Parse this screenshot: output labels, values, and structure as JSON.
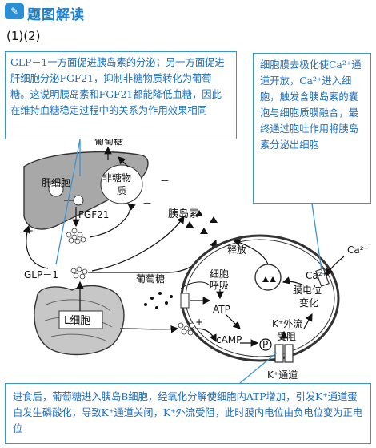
{
  "header": {
    "icon": "read-icon",
    "title": "题图解读"
  },
  "subtitle": "(1)(2)",
  "callouts": {
    "left": "GLP－1一方面促进胰岛素的分泌；另一方面促进肝细胞分泌FGF21，抑制非糖物质转化为葡萄糖。这说明胰岛素和FGF21都能降低血糖，因此在维持血糖稳定过程中的关系为作用效果相同",
    "right": "细胞膜去极化使Ca²⁺通道开放，Ca²⁺进入细胞，触发含胰岛素的囊泡与细胞质膜融合，最终通过胞吐作用将胰岛素分泌出细胞",
    "bottom": "进食后，葡萄糖进入胰岛B细胞，经氧化分解使细胞内ATP增加，引发K⁺通道蛋白发生磷酸化，导致K⁺通道关闭，K⁺外流受阻，此时膜内电位由负电位变为正电位"
  },
  "diagram": {
    "glucose_top": "葡萄糖",
    "liver_cell": "肝细胞",
    "non_sugar": "非糖物",
    "non_sugar2": "质",
    "minus_sign": "－",
    "plus_sign": "+",
    "fgf21": "FGF21",
    "insulin": "胰岛素",
    "glp1": "GLP－1",
    "glucose_mid": "葡萄糖",
    "release": "释放",
    "cell_resp1": "细胞",
    "cell_resp2": "呼吸",
    "atp": "ATP",
    "camp": "cAMP",
    "p_label": "P",
    "k_efflux": "K⁺外流",
    "blocked": "受阻",
    "k_channel": "K⁺通道",
    "ca_ion": "Ca²⁺",
    "membrane1": "膜电位",
    "membrane2": "变化",
    "l_cell": "L细胞"
  },
  "colors": {
    "accent": "#2b8fd6",
    "callout_text": "#1d6fc0",
    "liver_fill": "#9a9a9a"
  }
}
